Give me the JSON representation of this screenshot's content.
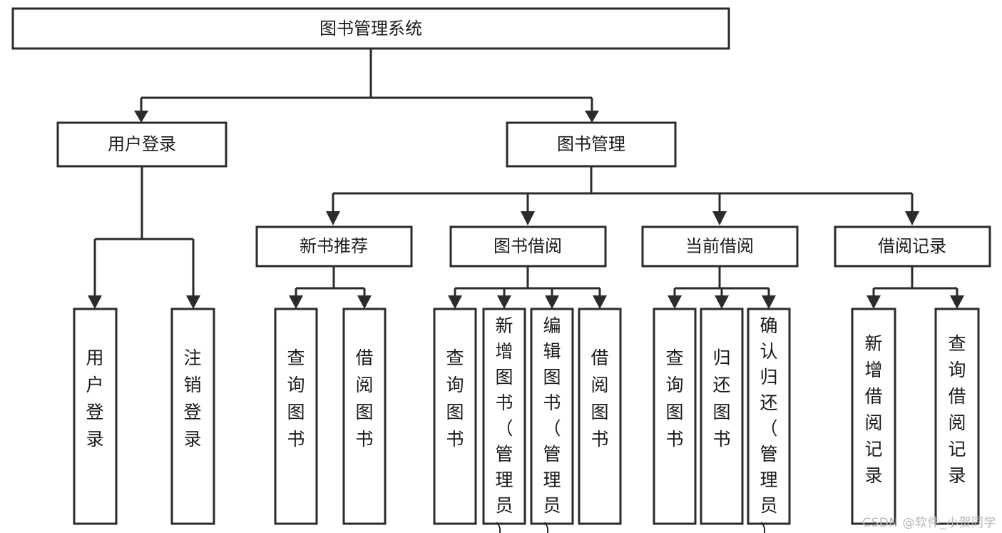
{
  "diagram": {
    "title": "图书管理系统",
    "type": "hierarchy-tree",
    "watermark": "CSDN @软件_小贺同学",
    "colors": {
      "box_stroke": "#2b2b2b",
      "box_fill": "#ffffff",
      "text": "#1a1a1a",
      "background": "#ffffff",
      "watermark": "#b9b9b9"
    },
    "levels": {
      "root": {
        "label": "图书管理系统"
      },
      "level2": [
        {
          "label": "用户登录"
        },
        {
          "label": "图书管理"
        }
      ],
      "level3": [
        {
          "label": "新书推荐"
        },
        {
          "label": "图书借阅"
        },
        {
          "label": "当前借阅"
        },
        {
          "label": "借阅记录"
        }
      ],
      "leaves": {
        "user_login": [
          {
            "label": "用户登录"
          },
          {
            "label": "注销登录"
          }
        ],
        "new_book_recommend": [
          {
            "label": "查询图书"
          },
          {
            "label": "借阅图书"
          }
        ],
        "book_borrow": [
          {
            "label": "查询图书"
          },
          {
            "label": "新增图书（管理员）"
          },
          {
            "label": "编辑图书（管理员）"
          },
          {
            "label": "借阅图书"
          }
        ],
        "current_borrow": [
          {
            "label": "查询图书"
          },
          {
            "label": "归还图书"
          },
          {
            "label": "确认归还（管理员）"
          }
        ],
        "borrow_record": [
          {
            "label": "新增借阅记录"
          },
          {
            "label": "查询借阅记录"
          }
        ]
      }
    }
  }
}
